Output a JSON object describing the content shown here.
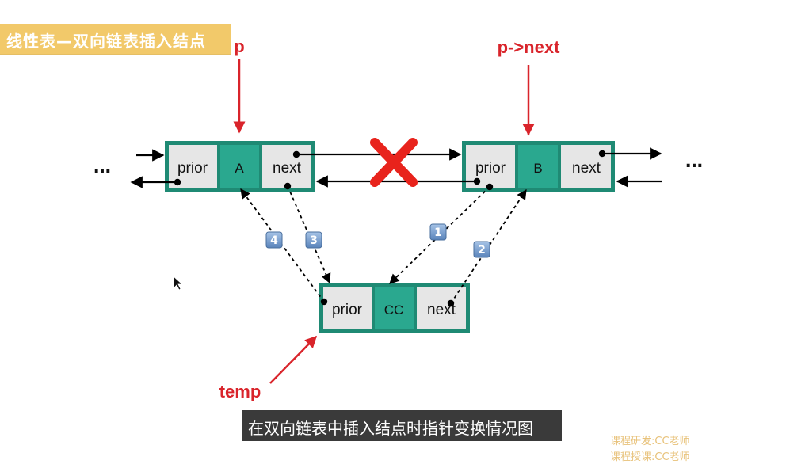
{
  "title": "线性表—双向链表插入结点",
  "labels": {
    "p": "p",
    "p_next": "p->next",
    "temp": "temp",
    "ellipsis_left": "…",
    "ellipsis_right": "…"
  },
  "nodes": {
    "a": {
      "prior": "prior",
      "data": "A",
      "next": "next"
    },
    "b": {
      "prior": "prior",
      "data": "B",
      "next": "next"
    },
    "cc": {
      "prior": "prior",
      "data": "CC",
      "next": "next"
    }
  },
  "steps": [
    "1",
    "2",
    "3",
    "4"
  ],
  "caption": "在双向链表中插入结点时指针变换情况图",
  "credits": [
    "课程研发:CC老师",
    "课程授课:CC老师"
  ],
  "colors": {
    "node_border": "#1f8a74",
    "node_data_fill": "#2aa88f",
    "node_cell_fill": "#e6e6e6",
    "label_red": "#d9242b",
    "title_bg": "#f2c96a",
    "badge_fill": "#6f97c8",
    "caption_bg": "#3a3a3a",
    "credit": "#e8c27a"
  }
}
